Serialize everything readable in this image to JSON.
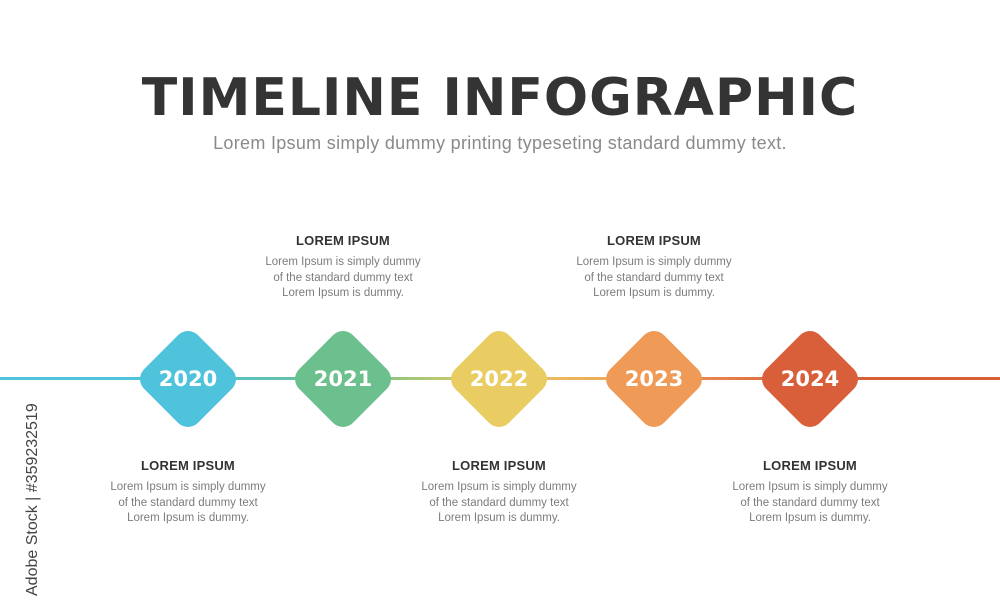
{
  "header": {
    "title": "TIMELINE INFOGRAPHIC",
    "subtitle": "Lorem Ipsum simply dummy printing typeseting standard dummy text."
  },
  "timeline": {
    "items": [
      {
        "year": "2020",
        "color": "#4FC3DB",
        "position": "below",
        "heading": "LOREM IPSUM",
        "lines": [
          "Lorem Ipsum is simply dummy",
          "of the standard dummy text",
          "Lorem Ipsum is dummy."
        ]
      },
      {
        "year": "2021",
        "color": "#6CC08D",
        "position": "above",
        "heading": "LOREM IPSUM",
        "lines": [
          "Lorem Ipsum is simply dummy",
          "of the standard dummy text",
          "Lorem Ipsum is dummy."
        ]
      },
      {
        "year": "2022",
        "color": "#E9CD63",
        "position": "below",
        "heading": "LOREM IPSUM",
        "lines": [
          "Lorem Ipsum is simply dummy",
          "of the standard dummy text",
          "Lorem Ipsum is dummy."
        ]
      },
      {
        "year": "2023",
        "color": "#EF9B57",
        "position": "above",
        "heading": "LOREM IPSUM",
        "lines": [
          "Lorem Ipsum is simply dummy",
          "of the standard dummy text",
          "Lorem Ipsum is dummy."
        ]
      },
      {
        "year": "2024",
        "color": "#D95F3B",
        "position": "below",
        "heading": "LOREM IPSUM",
        "lines": [
          "Lorem Ipsum is simply dummy",
          "of the standard dummy text",
          "Lorem Ipsum is dummy."
        ]
      }
    ]
  },
  "watermark": {
    "text": "Adobe Stock | #359232519"
  }
}
